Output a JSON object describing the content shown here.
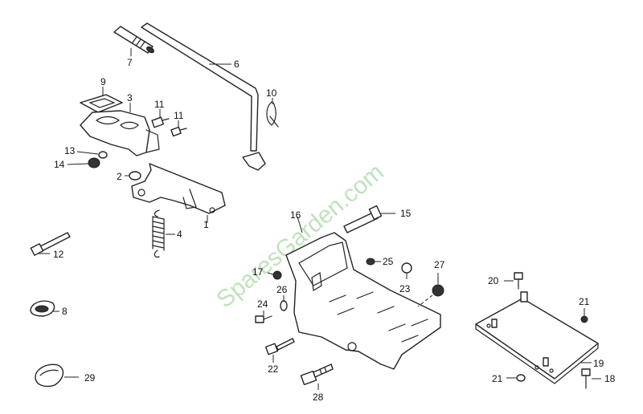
{
  "watermark": "SparesGarden.com",
  "callouts": {
    "c1": "1",
    "c2": "2",
    "c3": "3",
    "c4": "4",
    "c6": "6",
    "c7": "7",
    "c8": "8",
    "c9": "9",
    "c10": "10",
    "c11a": "11",
    "c11b": "11",
    "c12": "12",
    "c13": "13",
    "c14": "14",
    "c15": "15",
    "c16": "16",
    "c17": "17",
    "c18": "18",
    "c19": "19",
    "c20": "20",
    "c21a": "21",
    "c21b": "21",
    "c22": "22",
    "c23": "23",
    "c24": "24",
    "c25": "25",
    "c26": "26",
    "c27": "27",
    "c28": "28",
    "c29": "29"
  }
}
